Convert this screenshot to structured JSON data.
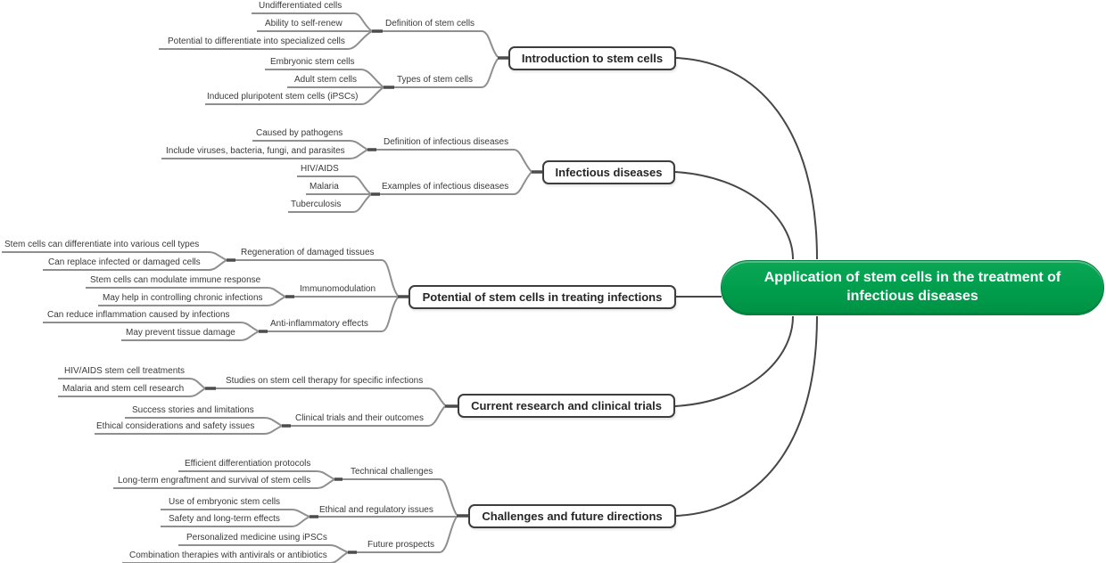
{
  "central": {
    "title": "Application of stem cells in the treatment of infectious diseases",
    "color": "#009D4C"
  },
  "branches": [
    {
      "topic": "Introduction to stem cells",
      "subtopics": [
        {
          "label": "Definition of stem cells",
          "leaves": [
            "Undifferentiated cells",
            "Ability to self-renew",
            "Potential to differentiate into specialized cells"
          ]
        },
        {
          "label": "Types of stem cells",
          "leaves": [
            "Embryonic stem cells",
            "Adult stem cells",
            "Induced pluripotent stem cells (iPSCs)"
          ]
        }
      ]
    },
    {
      "topic": "Infectious diseases",
      "subtopics": [
        {
          "label": "Definition of infectious diseases",
          "leaves": [
            "Caused by pathogens",
            "Include viruses, bacteria, fungi, and parasites"
          ]
        },
        {
          "label": "Examples of infectious diseases",
          "leaves": [
            "HIV/AIDS",
            "Malaria",
            "Tuberculosis"
          ]
        }
      ]
    },
    {
      "topic": "Potential of stem cells in treating infections",
      "subtopics": [
        {
          "label": "Regeneration of damaged tissues",
          "leaves": [
            "Stem cells can differentiate into various cell types",
            "Can replace infected or damaged cells"
          ]
        },
        {
          "label": "Immunomodulation",
          "leaves": [
            "Stem cells can modulate immune response",
            "May help in controlling chronic infections"
          ]
        },
        {
          "label": "Anti-inflammatory effects",
          "leaves": [
            "Can reduce inflammation caused by infections",
            "May prevent tissue damage"
          ]
        }
      ]
    },
    {
      "topic": "Current research and clinical trials",
      "subtopics": [
        {
          "label": "Studies on stem cell therapy for specific infections",
          "leaves": [
            "HIV/AIDS stem cell treatments",
            "Malaria and stem cell research"
          ]
        },
        {
          "label": "Clinical trials and their outcomes",
          "leaves": [
            "Success stories and limitations",
            "Ethical considerations and safety issues"
          ]
        }
      ]
    },
    {
      "topic": "Challenges and future directions",
      "subtopics": [
        {
          "label": "Technical challenges",
          "leaves": [
            "Efficient differentiation protocols",
            "Long-term engraftment and survival of stem cells"
          ]
        },
        {
          "label": "Ethical and regulatory issues",
          "leaves": [
            "Use of embryonic stem cells",
            "Safety and long-term effects"
          ]
        },
        {
          "label": "Future prospects",
          "leaves": [
            "Personalized medicine using iPSCs",
            "Combination therapies with antivirals or antibiotics"
          ]
        }
      ]
    }
  ]
}
